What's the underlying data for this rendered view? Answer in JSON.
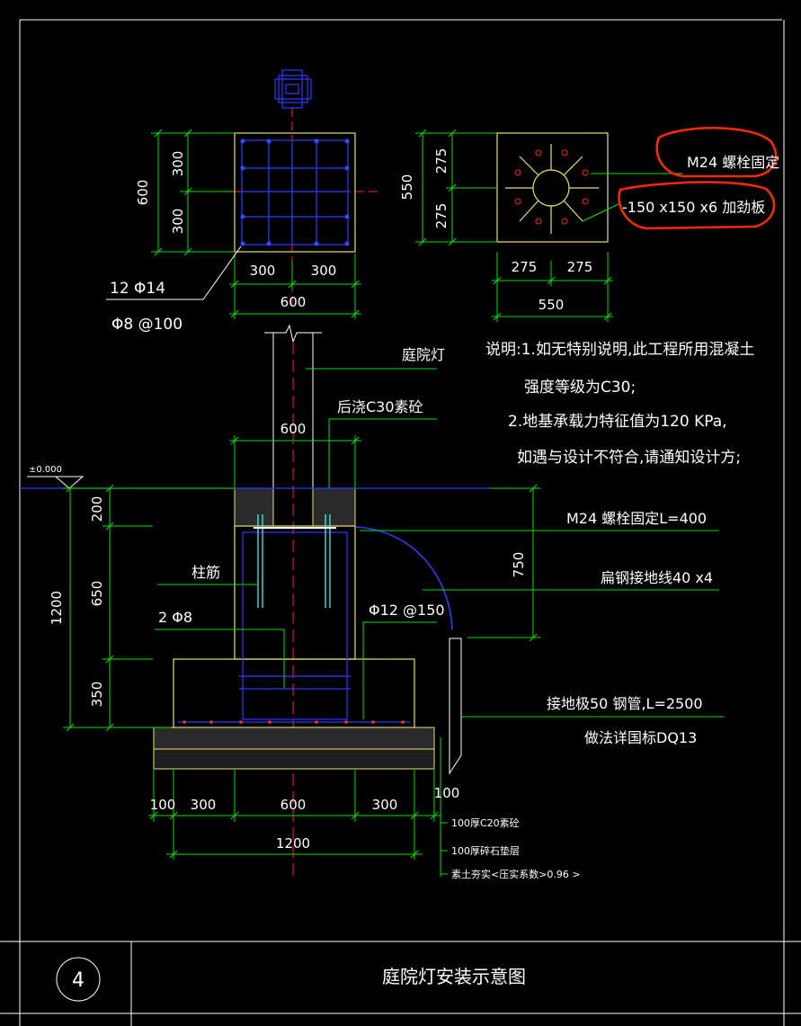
{
  "drawing": {
    "title": "庭院灯安装示意图",
    "detail_number": "4"
  },
  "plan_left": {
    "dim_total": "600",
    "dim_half_top": "300",
    "dim_half_bottom": "300",
    "dim_bottom_left": "300",
    "dim_bottom_right": "300",
    "dim_bottom_total": "600",
    "rebar_main": "12 Φ14",
    "rebar_stirrup": "Φ8 @100"
  },
  "plan_right": {
    "dim_total": "550",
    "dim_half_top": "275",
    "dim_half_bottom": "275",
    "dim_bottom_left": "275",
    "dim_bottom_right": "275",
    "dim_bottom_total": "550",
    "callout_bolt": "M24 螺栓固定",
    "callout_plate": "-150 x150 x6 加劲板"
  },
  "notes": {
    "line1": "说明:1.如无特别说明,此工程所用混凝土",
    "line2": "强度等级为C30;",
    "line3": "2.地基承载力特征值为120 KPa,",
    "line4": "如遇与设计不符合,请通知设计方;"
  },
  "section": {
    "label_lamp": "庭院灯",
    "label_grout": "后浇C30素砼",
    "dim_top_600": "600",
    "elevation": "±0.000",
    "dim_200": "200",
    "dim_650": "650",
    "dim_350": "350",
    "dim_1200_vertical": "1200",
    "dim_750": "750",
    "label_column_bar": "柱筋",
    "label_2phi8": "2 Φ8",
    "label_phi12": "Φ12 @150",
    "label_bolt_len": "M24 螺栓固定L=400",
    "label_flat_steel": "扁钢接地线40 x4",
    "label_ground_rod": "接地极50 钢管,L=2500",
    "label_std": "做法详国标DQ13",
    "dim_b100_left": "100",
    "dim_b300_left": "300",
    "dim_b600": "600",
    "dim_b300_right": "300",
    "dim_b100_right": "100",
    "dim_b1200": "1200",
    "layer1": "100厚C20素砼",
    "layer2": "100厚碎石垫层",
    "layer3": "素土夯实<压实系数>0.96 >"
  },
  "colors": {
    "background": "#000000",
    "dimension": "#00e000",
    "outline": "#e8e070",
    "rebar": "#2a3cff",
    "centerline": "#ff2020",
    "anchor": "#40e0e0",
    "highlight": "#ff2a00"
  }
}
